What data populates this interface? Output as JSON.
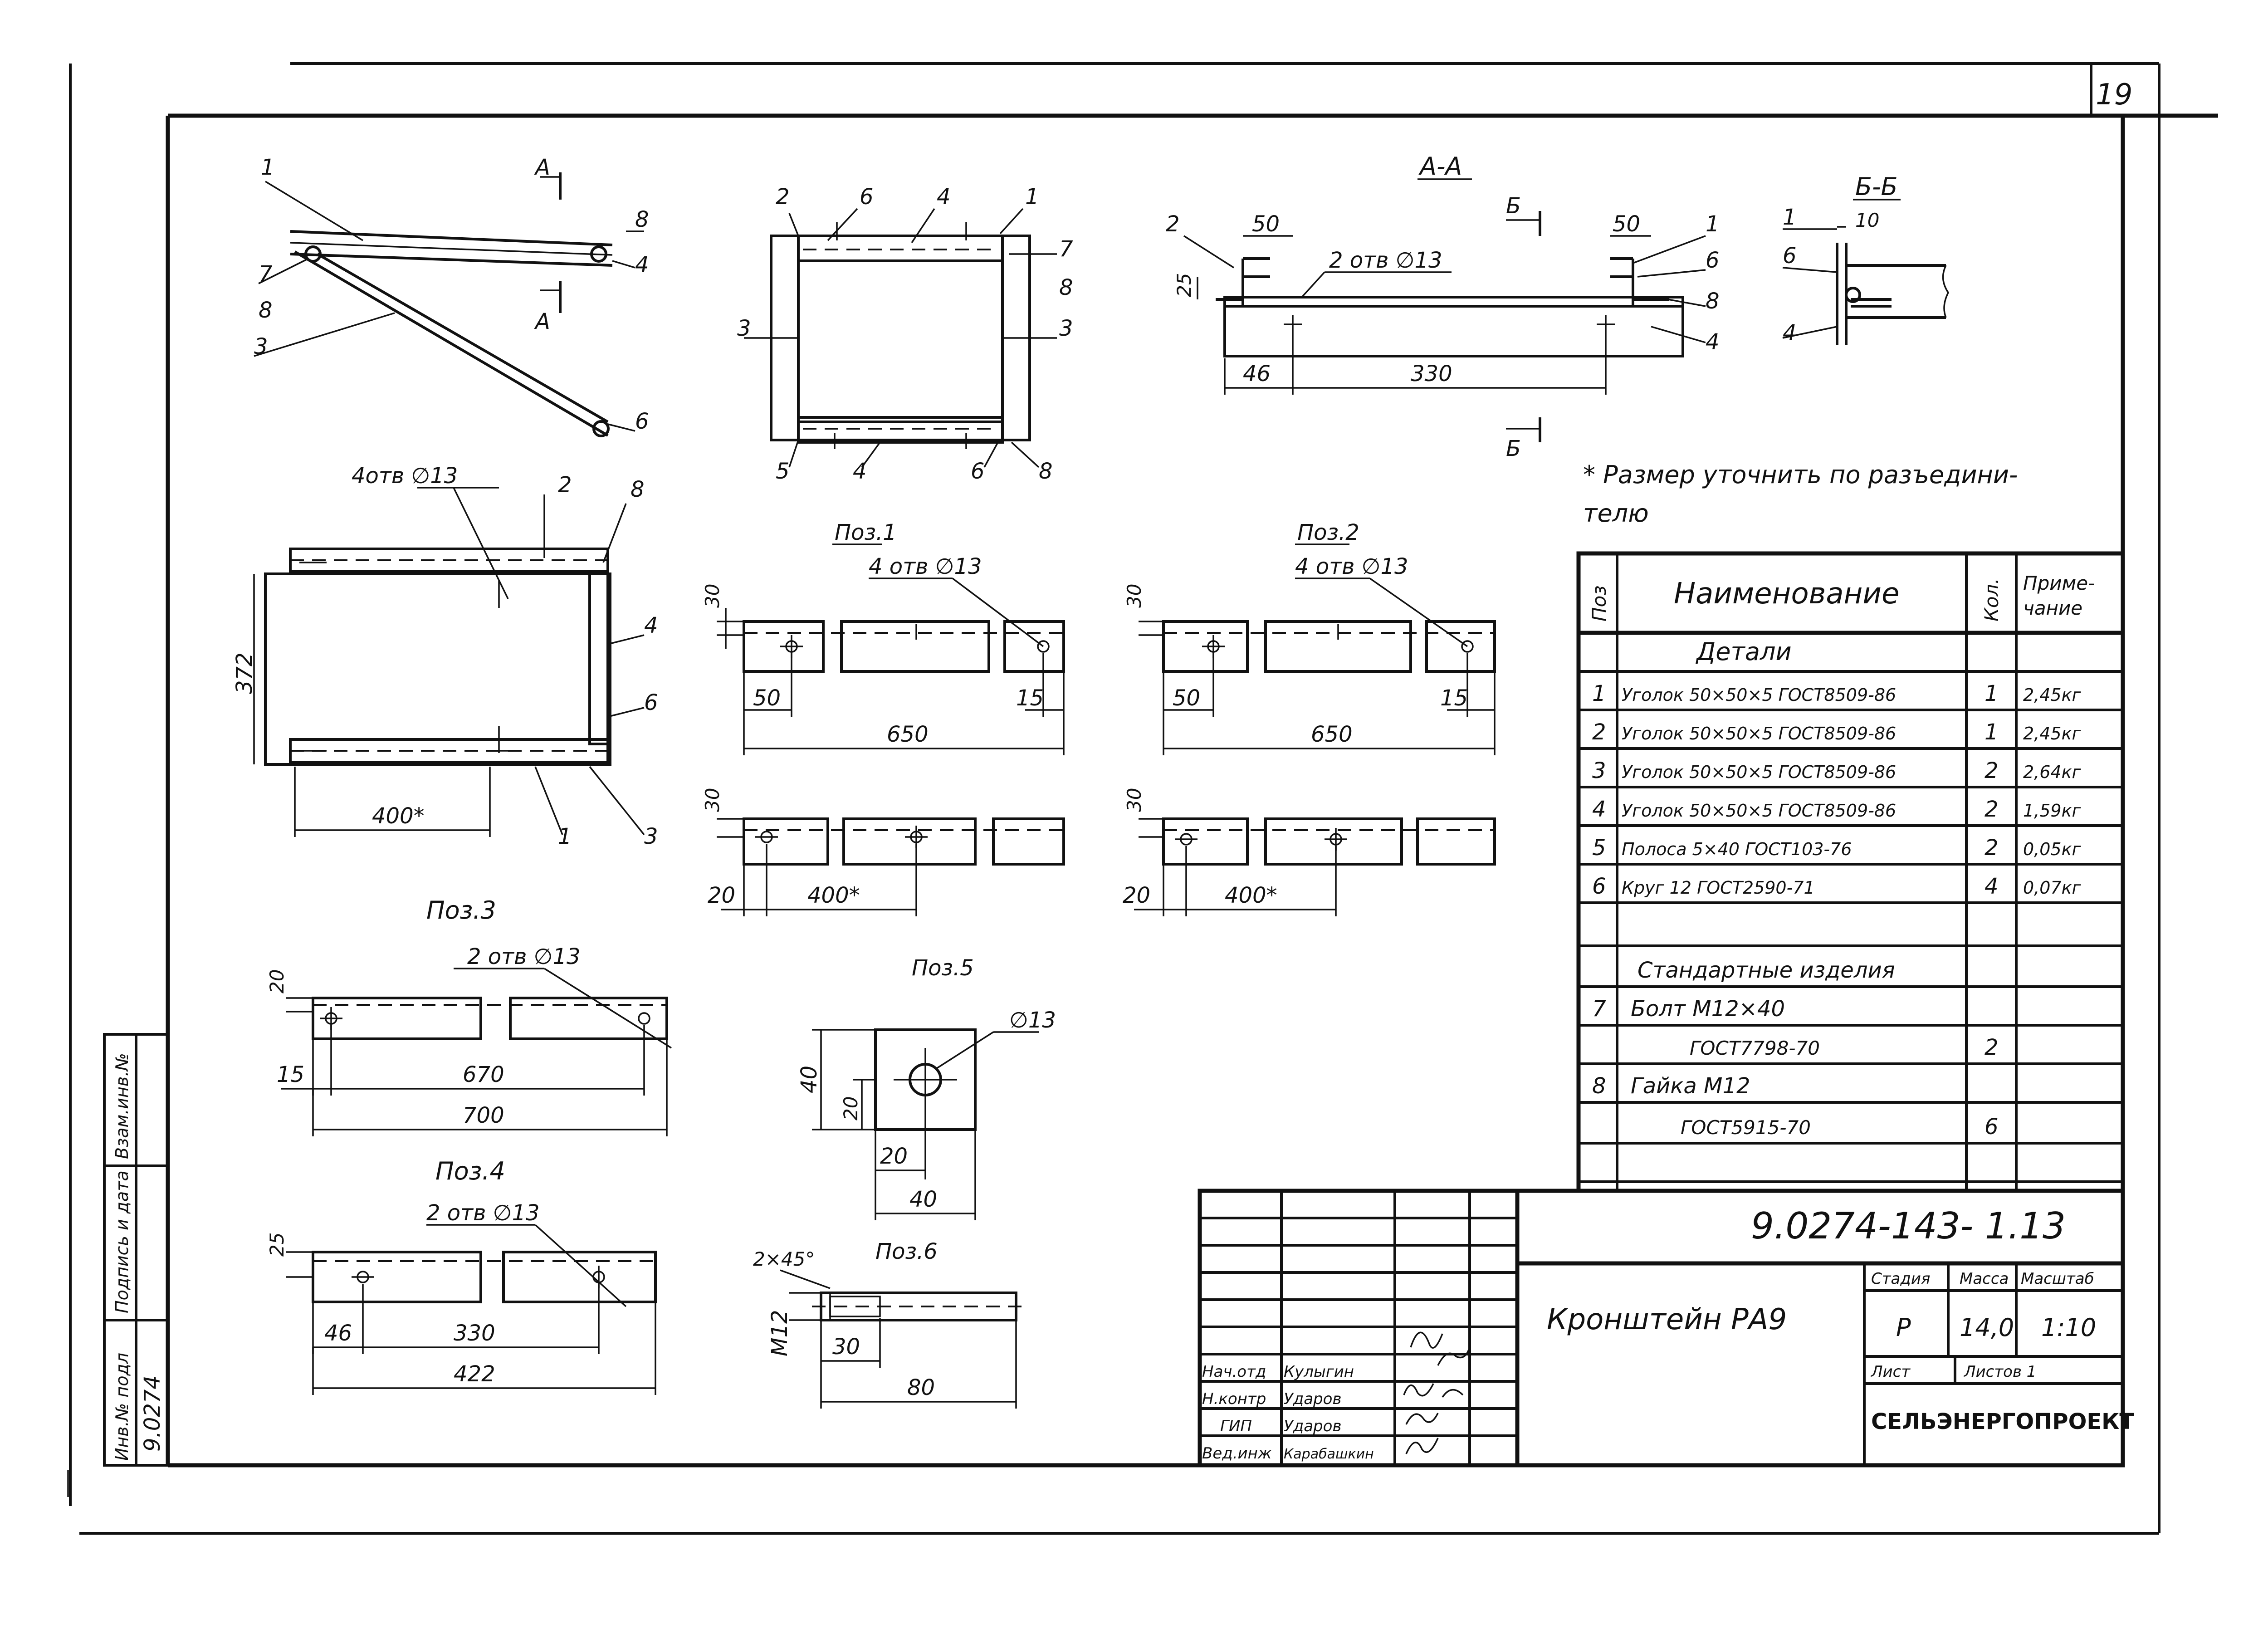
{
  "sheet": {
    "sheet_number": "19",
    "footnote": "* Размер уточнить по разъедини-",
    "footnote_cont": "телю"
  },
  "views": {
    "section_aa": "А-А",
    "section_bb": "Б-Б",
    "cut_a": "А",
    "cut_b": "Б",
    "pos1": "Поз.1",
    "pos2": "Поз.2",
    "pos3": "Поз.3",
    "pos4": "Поз.4",
    "pos5": "Поз.5",
    "pos6": "Поз.6"
  },
  "callouts": {
    "n1": "1",
    "n2": "2",
    "n3": "3",
    "n4": "4",
    "n5": "5",
    "n6": "6",
    "n7": "7",
    "n8": "8"
  },
  "dimensions": {
    "d25": "25",
    "d50": "50",
    "d46": "46",
    "d330": "330",
    "d10": "10",
    "d372": "372",
    "d400s": "400*",
    "d30": "30",
    "d15": "15",
    "d650": "650",
    "d20": "20",
    "d670": "670",
    "d700": "700",
    "d40": "40",
    "d422": "422",
    "d80": "80",
    "holes2_13": "2 отв ∅13",
    "holes4_13": "4 отв ∅13",
    "holes4_13b": "4отв ∅13",
    "dia13": "∅13",
    "chamfer": "2×45°",
    "m12": "M12"
  },
  "spec": {
    "headers": {
      "pos": "Поз",
      "name": "Наименование",
      "qty": "Кол.",
      "note": "Приме-\nчание"
    },
    "section_parts": "Детали",
    "parts": [
      {
        "pos": "1",
        "name": "Уголок 50×50×5 ГОСТ8509-86",
        "qty": "1",
        "note": "2,45кг"
      },
      {
        "pos": "2",
        "name": "Уголок 50×50×5 ГОСТ8509-86",
        "qty": "1",
        "note": "2,45кг"
      },
      {
        "pos": "3",
        "name": "Уголок 50×50×5 ГОСТ8509-86",
        "qty": "2",
        "note": "2,64кг"
      },
      {
        "pos": "4",
        "name": "Уголок 50×50×5 ГОСТ8509-86",
        "qty": "2",
        "note": "1,59кг"
      },
      {
        "pos": "5",
        "name": "Полоса 5×40 ГОСТ103-76",
        "qty": "2",
        "note": "0,05кг"
      },
      {
        "pos": "6",
        "name": "Круг 12 ГОСТ2590-71",
        "qty": "4",
        "note": "0,07кг"
      }
    ],
    "section_std": "Стандартные изделия",
    "std": [
      {
        "pos": "7",
        "name": "Болт М12×40",
        "qty": "",
        "note": ""
      },
      {
        "pos": "",
        "name": "ГОСТ7798-70",
        "qty": "2",
        "note": ""
      },
      {
        "pos": "8",
        "name": "Гайка М12",
        "qty": "",
        "note": ""
      },
      {
        "pos": "",
        "name": "ГОСТ5915-70",
        "qty": "6",
        "note": ""
      }
    ]
  },
  "title_block": {
    "doc_code": "9.0274-143- 1.13",
    "title": "Кронштейн РА9",
    "stage_label": "Стадия",
    "mass_label": "Масса",
    "scale_label": "Масштаб",
    "stage": "Р",
    "mass": "14,0",
    "scale": "1:10",
    "sheet_label": "Лист",
    "sheets_label": "Листов 1",
    "org": "СЕЛЬЭНЕРГОПРОЕКТ",
    "signers": [
      {
        "role": "Нач.отд",
        "name": "Кулыгин"
      },
      {
        "role": "Н.контр",
        "name": "Ударов"
      },
      {
        "role": "ГИП",
        "name": "Ударов"
      },
      {
        "role": "Вед.инж",
        "name": "Карабашкин"
      }
    ]
  },
  "side_stamp": {
    "inv_podl": "Инв.№ подл",
    "sign_date": "Подпись и дата",
    "vzam": "Взам.инв.№",
    "inv_number": "9.0274"
  }
}
